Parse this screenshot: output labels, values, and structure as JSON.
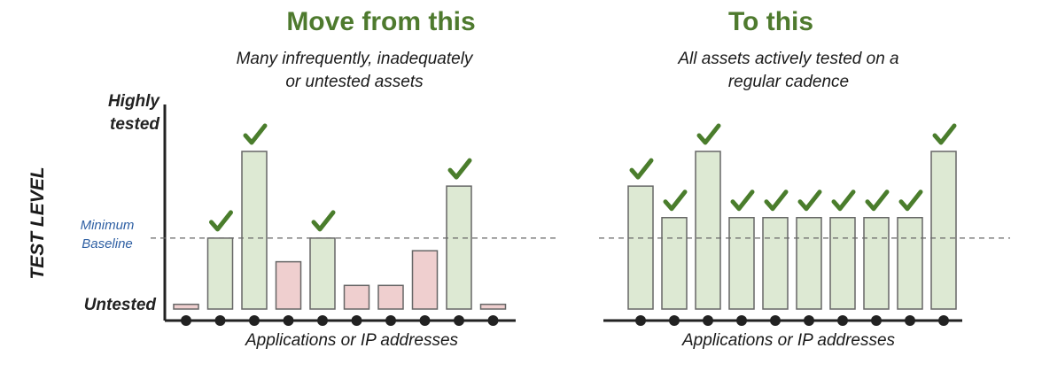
{
  "left_panel": {
    "title": "Move from this",
    "subtitle_line1": "Many infrequently, inadequately",
    "subtitle_line2": "or untested assets",
    "x_label": "Applications or IP addresses"
  },
  "right_panel": {
    "title": "To this",
    "subtitle_line1": "All assets actively tested on a",
    "subtitle_line2": "regular cadence",
    "x_label": "Applications or IP addresses"
  },
  "y_axis": {
    "label": "TEST LEVEL",
    "top_label_line1": "Highly",
    "top_label_line2": "tested",
    "bottom_label": "Untested",
    "baseline_label_line1": "Minimum",
    "baseline_label_line2": "Baseline"
  },
  "colors": {
    "title_green": "#4e7a2e",
    "check_green": "#4a7d2c",
    "above_fill": "#dde9d3",
    "below_fill": "#efcfcf",
    "baseline_text": "#2e5fa3"
  },
  "chart_data": [
    {
      "type": "bar",
      "panel": "left",
      "baseline": 0.45,
      "values": [
        0.03,
        0.45,
        1.0,
        0.3,
        0.45,
        0.15,
        0.15,
        0.37,
        0.78,
        0.03
      ],
      "checked": [
        false,
        true,
        true,
        false,
        true,
        false,
        false,
        false,
        true,
        false
      ]
    },
    {
      "type": "bar",
      "panel": "right",
      "baseline": 0.45,
      "values": [
        0.78,
        0.58,
        1.0,
        0.58,
        0.58,
        0.58,
        0.58,
        0.58,
        0.58,
        1.0
      ],
      "checked": [
        true,
        true,
        true,
        true,
        true,
        true,
        true,
        true,
        true,
        true
      ]
    }
  ]
}
